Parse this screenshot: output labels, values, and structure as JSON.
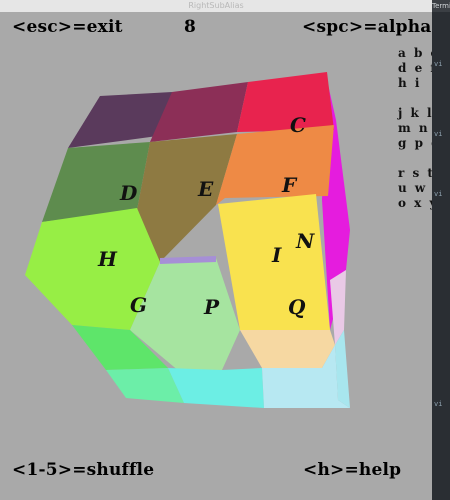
{
  "window": {
    "title": "RightSubAlias"
  },
  "hud": {
    "exit_hint": "<esc>=exit",
    "move_count": "8",
    "alpha_hint": "<spc>=alpha",
    "shuffle_hint": "<1-5>=shuffle",
    "help_hint": "<h>=help"
  },
  "alphabet": {
    "row1": "a b c",
    "row2": "d e f",
    "row3": "h  i",
    "row4": "",
    "row5": "j k l",
    "row6": "m n",
    "row7": "g p q",
    "row8": "",
    "row9": "r s t",
    "row10": "u w",
    "row11": "o x y"
  },
  "cube_letters": {
    "C": "C",
    "D": "D",
    "E": "E",
    "F": "F",
    "G": "G",
    "H": "H",
    "I": "I",
    "N": "N",
    "P": "P",
    "Q": "Q"
  },
  "terminal": {
    "tab": "Termin",
    "lines": [
      "vi",
      "vi",
      "vi",
      "vi"
    ]
  },
  "colors": {
    "background": "#a9a9a9",
    "dark_purple": "#5a3a5c",
    "maroon": "#8c2f57",
    "crimson": "#e8234e",
    "olive_green": "#5e8c4e",
    "brown": "#8e7a42",
    "orange": "#ee8a45",
    "lime": "#97ee45",
    "mint": "#a6e4a0",
    "yellow": "#f9e24f",
    "green": "#5ee56a",
    "cyan": "#6ceee4",
    "pale_orange": "#f6d8a2",
    "light_cyan": "#b7e8f2",
    "magenta": "#e51cde"
  }
}
